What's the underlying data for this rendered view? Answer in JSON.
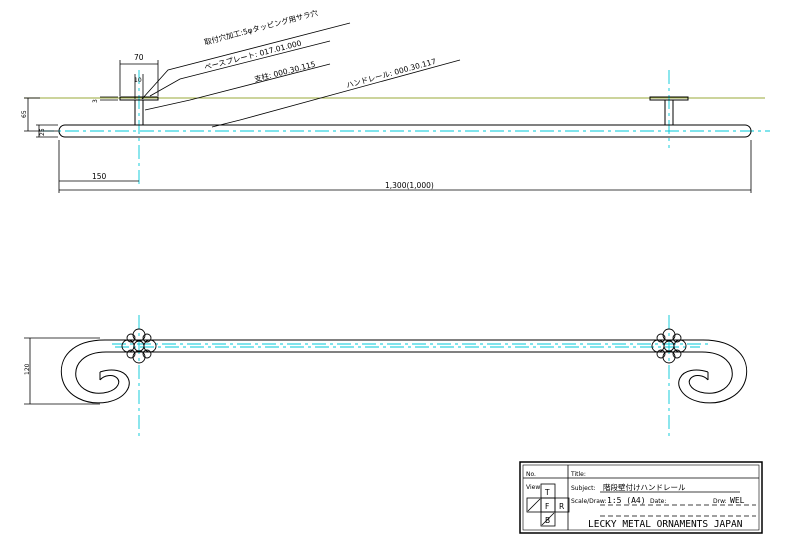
{
  "colors": {
    "line": "#000000",
    "centerline": "#00c8d8",
    "wall_line": "#9aa83a",
    "background": "#ffffff"
  },
  "leaders": {
    "mount_hole": "取付穴加工:5φタッピング用サラ穴",
    "base_plate": "ベースプレート: 017.01.000",
    "post": "支柱: 000.30.115",
    "handrail": "ハンドレール: 000.30.117"
  },
  "dimensions": {
    "d70": "70",
    "d10": "10",
    "d3": "3",
    "d65": "65",
    "d25": "25",
    "d150": "150",
    "total": "1,300(1,000)",
    "d120": "120"
  },
  "title_block": {
    "no_label": "No.",
    "title_label": "Title:",
    "view_label": "View",
    "subject_label": "Subject:",
    "subject_value": "階段壁付けハンドレール",
    "scale_label": "Scale/Draw:",
    "scale_value": "1:5 (A4)",
    "date_label": "Date:",
    "by_label": "Drw:",
    "by_value": "WEL",
    "view_t": "T",
    "view_f": "F",
    "view_r": "R",
    "view_b": "B",
    "company": "LECKY METAL ORNAMENTS JAPAN"
  }
}
